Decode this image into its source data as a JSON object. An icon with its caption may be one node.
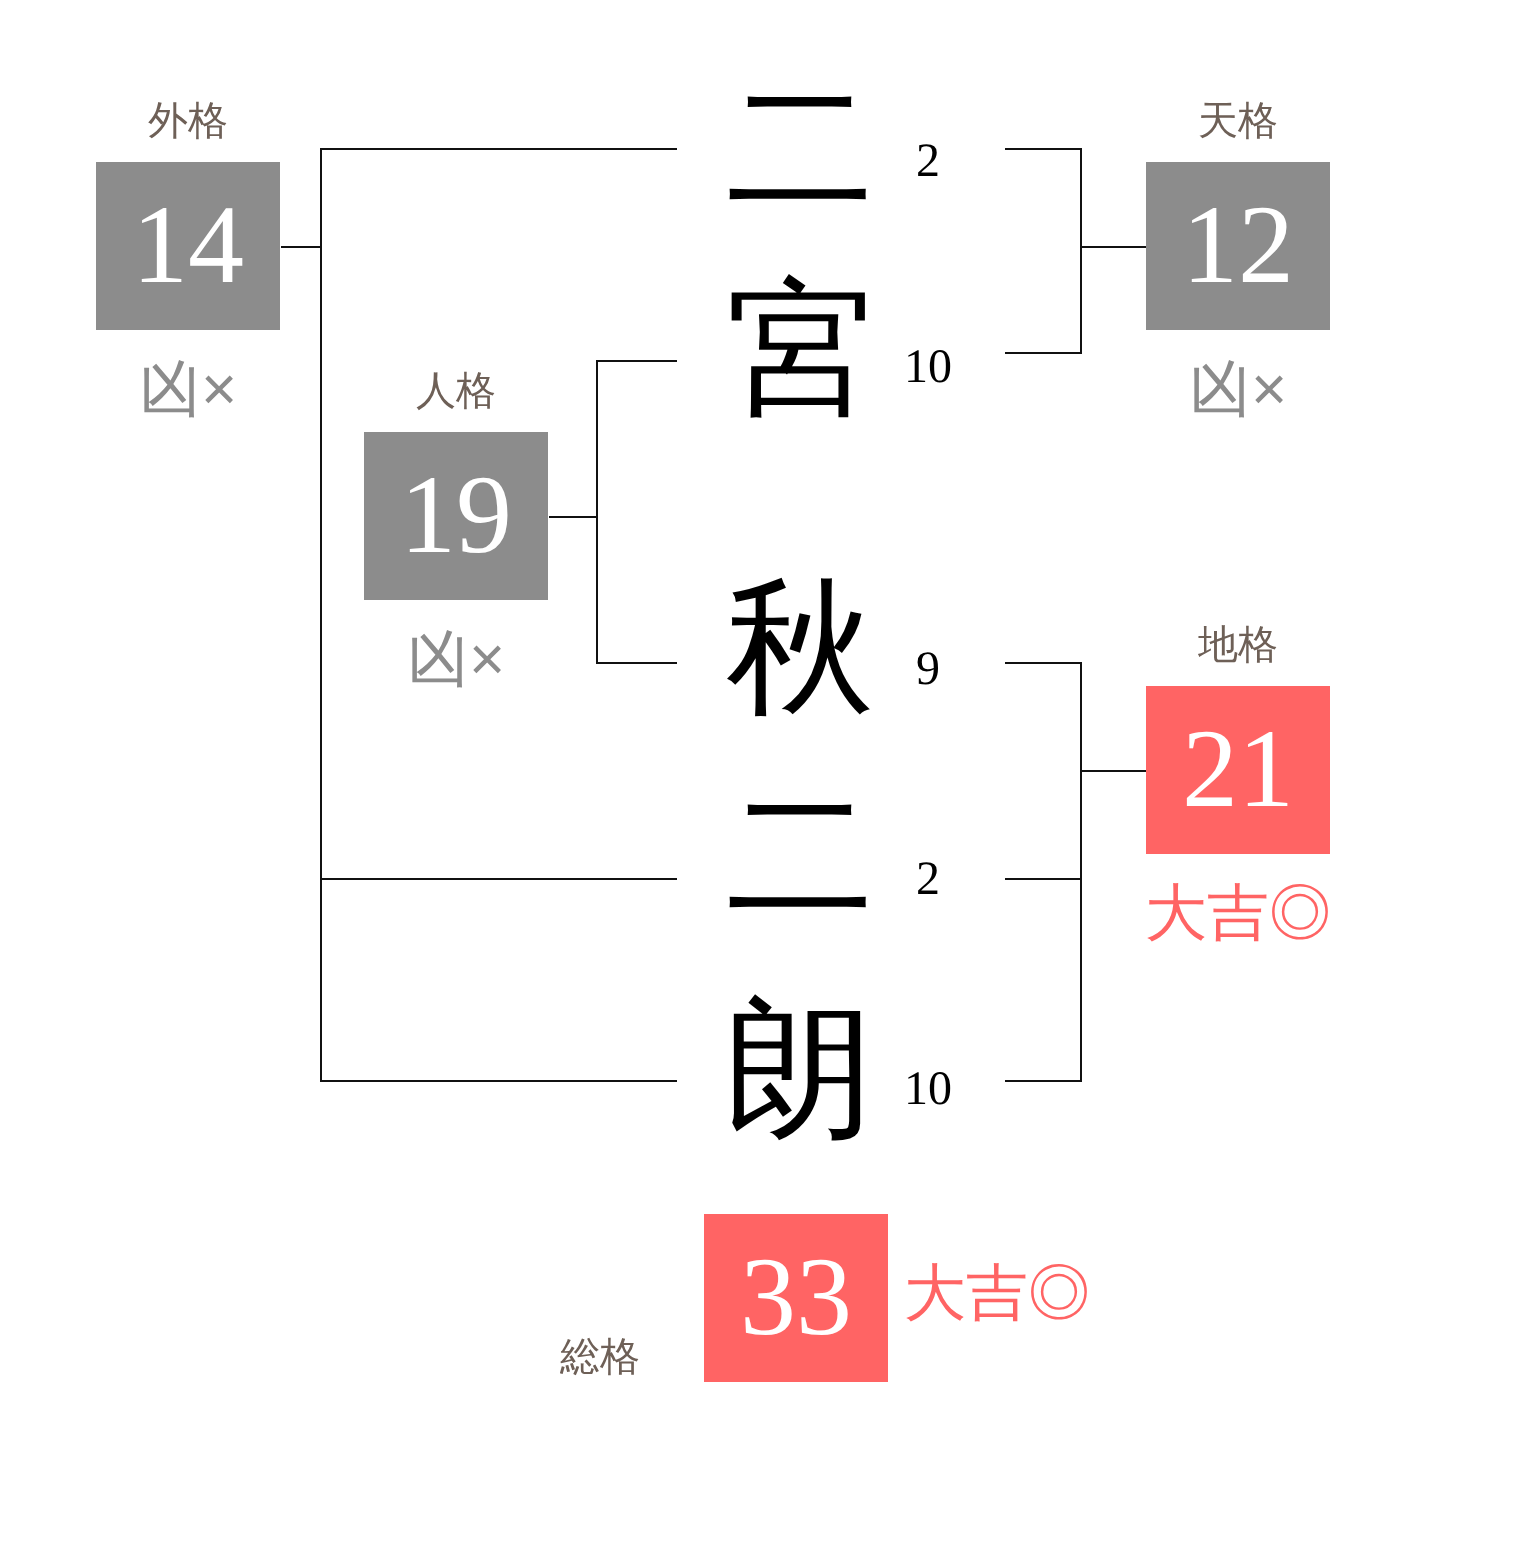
{
  "diagram": {
    "nodes": [
      {
        "text": [
          "外格",
          "14"
        ],
        "beside": [
          "凶×"
        ]
      },
      {
        "text": [
          "二",
          "2"
        ]
      },
      {
        "text": [
          "天格",
          "12"
        ],
        "beside": [
          "凶×"
        ]
      },
      {
        "text": [
          "人格",
          "19"
        ],
        "beside": [
          "凶×"
        ]
      },
      {
        "text": [
          "宮",
          "10"
        ]
      },
      {
        "text": [
          "秋",
          "9"
        ]
      },
      {
        "text": [
          "地格",
          "21"
        ],
        "beside": [
          "大吉◎"
        ]
      },
      {
        "text": [
          "二",
          "2"
        ]
      },
      {
        "text": [
          "朗",
          "10"
        ]
      },
      {
        "text": [
          "総格",
          "33"
        ],
        "beside": [
          "大吉◎"
        ]
      }
    ],
    "edges": [
      {
        "from": 0,
        "to": 1,
        "arrow": "none"
      },
      {
        "from": 0,
        "to": 7,
        "arrow": "none"
      },
      {
        "from": 0,
        "to": 8,
        "arrow": "none"
      },
      {
        "from": 2,
        "to": 1,
        "arrow": "none"
      },
      {
        "from": 2,
        "to": 4,
        "arrow": "none"
      },
      {
        "from": 3,
        "to": 4,
        "arrow": "none"
      },
      {
        "from": 3,
        "to": 5,
        "arrow": "none"
      },
      {
        "from": 6,
        "to": 5,
        "arrow": "none"
      },
      {
        "from": 6,
        "to": 7,
        "arrow": "none"
      },
      {
        "from": 6,
        "to": 8,
        "arrow": "none"
      }
    ]
  }
}
